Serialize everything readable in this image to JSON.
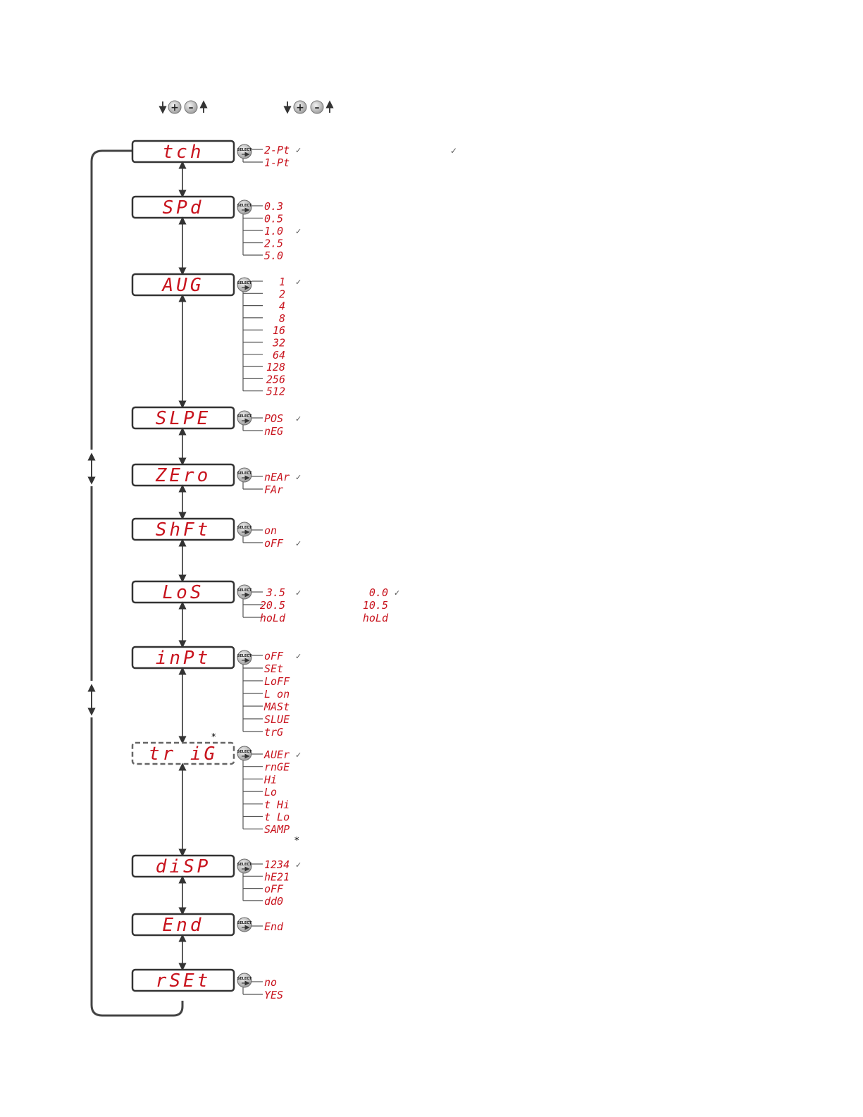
{
  "legend": {
    "button_plus_symbol": "+",
    "button_minus_symbol": "–",
    "arrow_down_icon": "arrow-down-icon",
    "arrow_up_icon": "arrow-up-icon"
  },
  "select_button_label": "SELECT",
  "check_mark": "✓",
  "footnote_mark": "*",
  "menus": [
    {
      "id": "tch",
      "display": "tch",
      "dashed": false,
      "options": [
        {
          "label": "2-Pt",
          "default": true
        },
        {
          "label": "1-Pt",
          "default": false
        }
      ],
      "extra_check": true
    },
    {
      "id": "spd",
      "display": "SPd",
      "dashed": false,
      "options": [
        {
          "label": "0.3",
          "default": false
        },
        {
          "label": "0.5",
          "default": false
        },
        {
          "label": "1.0",
          "default": true
        },
        {
          "label": "2.5",
          "default": false
        },
        {
          "label": "5.0",
          "default": false
        }
      ]
    },
    {
      "id": "avg",
      "display": "AUG",
      "dashed": false,
      "options": [
        {
          "label": "1",
          "default": true
        },
        {
          "label": "2",
          "default": false
        },
        {
          "label": "4",
          "default": false
        },
        {
          "label": "8",
          "default": false
        },
        {
          "label": "16",
          "default": false
        },
        {
          "label": "32",
          "default": false
        },
        {
          "label": "64",
          "default": false
        },
        {
          "label": "128",
          "default": false
        },
        {
          "label": "256",
          "default": false
        },
        {
          "label": "512",
          "default": false
        }
      ]
    },
    {
      "id": "slpe",
      "display": "SLPE",
      "dashed": false,
      "options": [
        {
          "label": "POS",
          "default": true
        },
        {
          "label": "nEG",
          "default": false
        }
      ]
    },
    {
      "id": "zero",
      "display": "ZEro",
      "dashed": false,
      "options": [
        {
          "label": "nEAr",
          "default": true
        },
        {
          "label": "FAr",
          "default": false
        }
      ]
    },
    {
      "id": "shft",
      "display": "ShFt",
      "dashed": false,
      "options": [
        {
          "label": "on",
          "default": false
        },
        {
          "label": "oFF",
          "default": true
        }
      ]
    },
    {
      "id": "los",
      "display": "LoS",
      "dashed": false,
      "options": [
        {
          "label": "3.5",
          "default": true
        },
        {
          "label": "20.5",
          "default": false
        },
        {
          "label": "hoLd",
          "default": false
        }
      ],
      "options_b": [
        {
          "label": "0.0",
          "default": true
        },
        {
          "label": "10.5",
          "default": false
        },
        {
          "label": "hoLd",
          "default": false
        }
      ]
    },
    {
      "id": "inpt",
      "display": "inPt",
      "dashed": false,
      "options": [
        {
          "label": "oFF",
          "default": true
        },
        {
          "label": "SEt",
          "default": false
        },
        {
          "label": "LoFF",
          "default": false
        },
        {
          "label": "L on",
          "default": false
        },
        {
          "label": "MASt",
          "default": false
        },
        {
          "label": "SLUE",
          "default": false
        },
        {
          "label": "trG",
          "default": false
        }
      ]
    },
    {
      "id": "trig",
      "display": "tr iG",
      "dashed": true,
      "options": [
        {
          "label": "AUEr",
          "default": true
        },
        {
          "label": "rnGE",
          "default": false
        },
        {
          "label": "Hi",
          "default": false
        },
        {
          "label": "Lo",
          "default": false
        },
        {
          "label": "t Hi",
          "default": false
        },
        {
          "label": "t Lo",
          "default": false
        },
        {
          "label": "SAMP",
          "default": false
        }
      ]
    },
    {
      "id": "disp",
      "display": "diSP",
      "dashed": false,
      "options": [
        {
          "label": "1234",
          "default": true
        },
        {
          "label": "hE21",
          "default": false
        },
        {
          "label": "oFF",
          "default": false
        },
        {
          "label": "dd0",
          "default": false
        }
      ]
    },
    {
      "id": "end",
      "display": "End",
      "dashed": false,
      "options": [
        {
          "label": "End",
          "default": false
        }
      ]
    },
    {
      "id": "rset",
      "display": "rSEt",
      "dashed": false,
      "options": [
        {
          "label": "no",
          "default": false
        },
        {
          "label": "YES",
          "default": false
        }
      ]
    }
  ]
}
